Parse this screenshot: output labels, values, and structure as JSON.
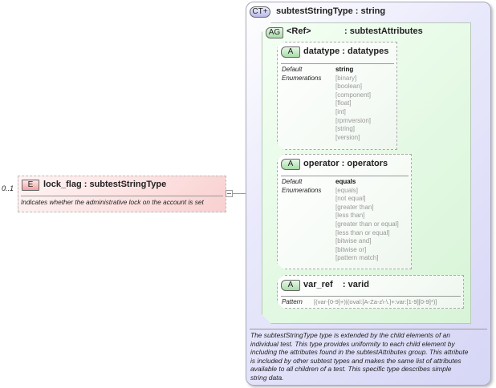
{
  "element": {
    "badge": "E",
    "occurrence": "0..1",
    "title": "lock_flag : subtestStringType",
    "description": "Indicates whether the administrative lock on the account is set"
  },
  "complex_type": {
    "badge": "CT",
    "title": "subtestStringType : string",
    "description_lines": [
      "The subtestStringType type is extended by the child elements of an",
      "individual test.  This type provides uniformity to each child element by",
      "including the attributes found in the subtestAttributes group.  This attribute",
      "is included by other subtest types and makes the same list of attributes",
      "available to all children of a test.  This specific type describes simple",
      "string data."
    ]
  },
  "attribute_group": {
    "badge": "AG",
    "ref_label": "<Ref>",
    "title": ": subtestAttributes"
  },
  "attributes": [
    {
      "badge": "A",
      "title": "datatype : datatypes",
      "default_label": "Default",
      "enumerations_label": "Enumerations",
      "default": "string",
      "enumerations": [
        "[binary]",
        "[boolean]",
        "[component]",
        "[float]",
        "[int]",
        "[rpmversion]",
        "[string]",
        "[version]"
      ]
    },
    {
      "badge": "A",
      "title": "operator : operators",
      "default_label": "Default",
      "enumerations_label": "Enumerations",
      "default": "equals",
      "enumerations": [
        "[equals]",
        "[not equal]",
        "[greater than]",
        "[less than]",
        "[greater than or equal]",
        "[less than or equal]",
        "[bitwise and]",
        "[bitwise or]",
        "[pattern match]"
      ]
    },
    {
      "badge": "A",
      "title": "var_ref    : varid",
      "pattern_label": "Pattern",
      "pattern": "[(var-[0-9]+)|(oval:[A-Za-z\\-\\.]+:var:[1-9][0-9]*)]"
    }
  ],
  "colors": {
    "element_fill": "#fde0e0",
    "complex_type_fill": "#d6d6f6",
    "attribute_group_fill": "#e2f8e2"
  }
}
